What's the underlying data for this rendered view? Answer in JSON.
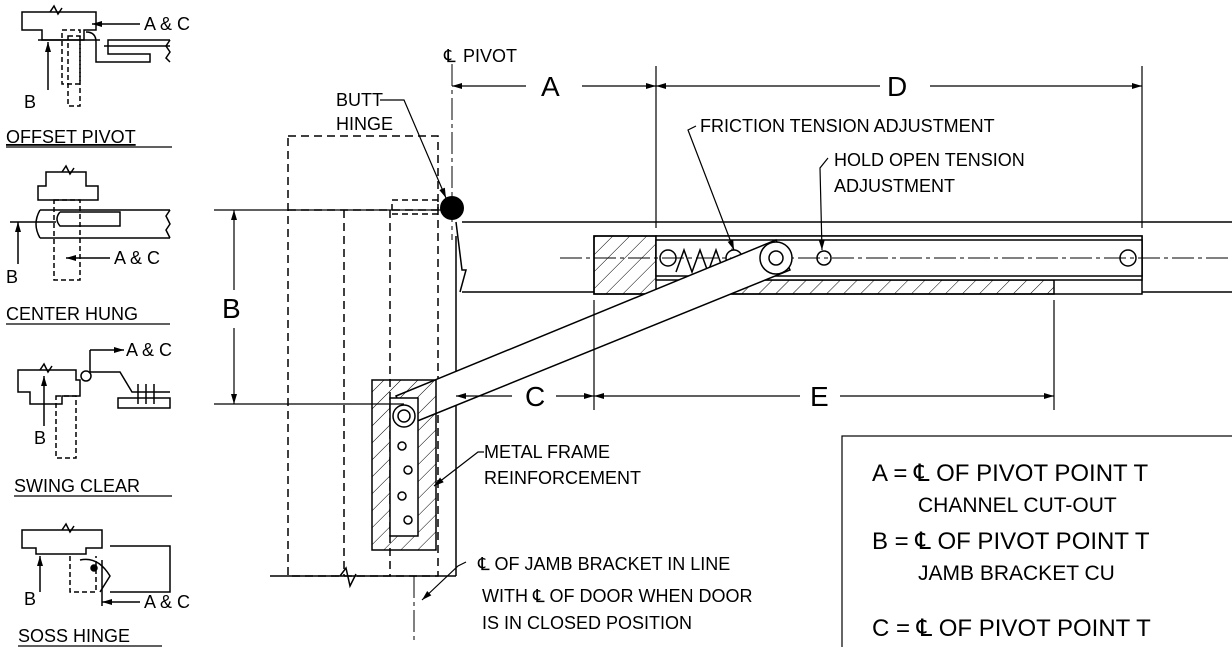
{
  "insets": {
    "offset_pivot": {
      "title": "OFFSET PIVOT",
      "label_ac": "A & C",
      "label_b": "B"
    },
    "center_hung": {
      "title": "CENTER HUNG",
      "label_ac": "A & C",
      "label_b": "B"
    },
    "swing_clear": {
      "title": "SWING CLEAR",
      "label_ac": "A & C",
      "label_b": "B"
    },
    "soss_hinge": {
      "title": "SOSS HINGE",
      "label_ac": "A & C",
      "label_b": "B"
    }
  },
  "main": {
    "pivot_label": "PIVOT",
    "butt_hinge_line1": "BUTT",
    "butt_hinge_line2": "HINGE",
    "dim_a": "A",
    "dim_b": "B",
    "dim_c": "C",
    "dim_d": "D",
    "dim_e": "E",
    "friction": "FRICTION TENSION ADJUSTMENT",
    "hold_open_line1": "HOLD OPEN TENSION",
    "hold_open_line2": "ADJUSTMENT",
    "metal_frame_line1": "METAL FRAME",
    "metal_frame_line2": "REINFORCEMENT",
    "jamb_line1": "℄  OF JAMB BRACKET IN LINE",
    "jamb_line2": "WITH ℄ OF DOOR WHEN DOOR",
    "jamb_line3": "IS IN CLOSED POSITION"
  },
  "legend": {
    "a_line1": "A = ℄ OF PIVOT POINT T",
    "a_line2": "CHANNEL CUT-OUT",
    "b_line1": "B = ℄ OF PIVOT POINT T",
    "b_line2": "JAMB BRACKET CU",
    "c_line1": "C = ℄ OF PIVOT POINT T"
  }
}
